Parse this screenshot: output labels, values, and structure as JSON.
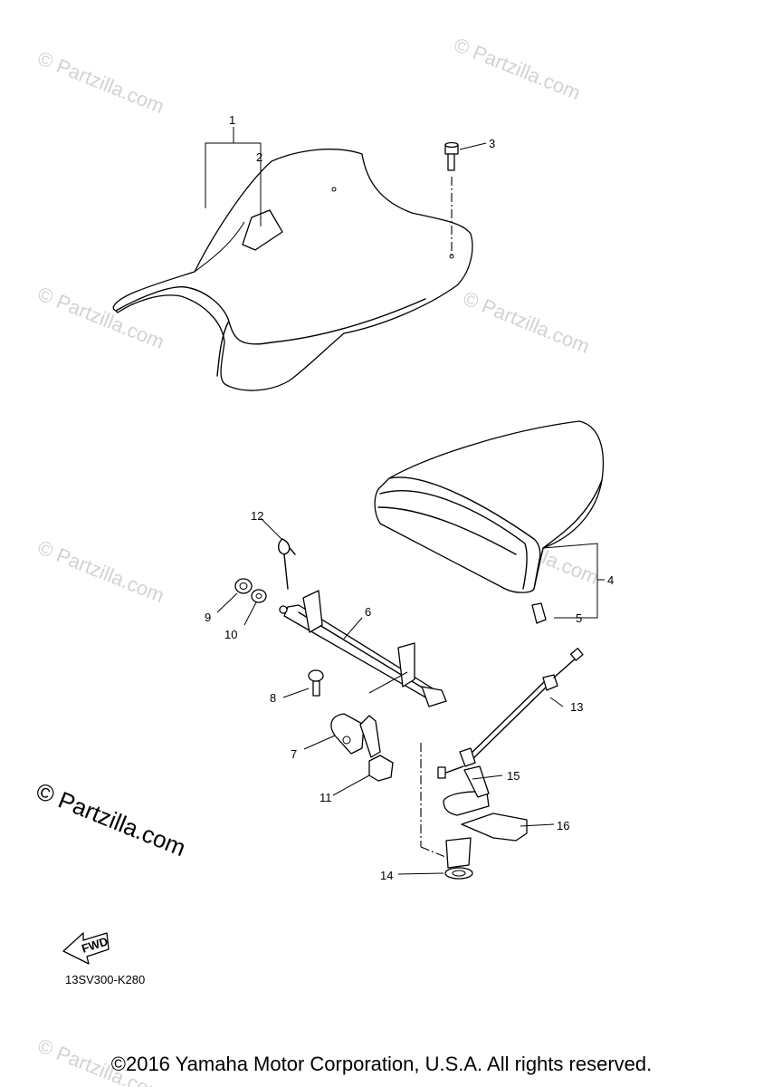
{
  "watermark": "© Partzilla.com",
  "diagram_code": "13SV300-K280",
  "fwd_label": "FWD",
  "copyright": "©2016 Yamaha Motor Corporation, U.S.A. All rights reserved.",
  "callouts": [
    "1",
    "2",
    "3",
    "4",
    "5",
    "6",
    "7",
    "8",
    "9",
    "10",
    "11",
    "12",
    "13",
    "14",
    "15",
    "16"
  ]
}
